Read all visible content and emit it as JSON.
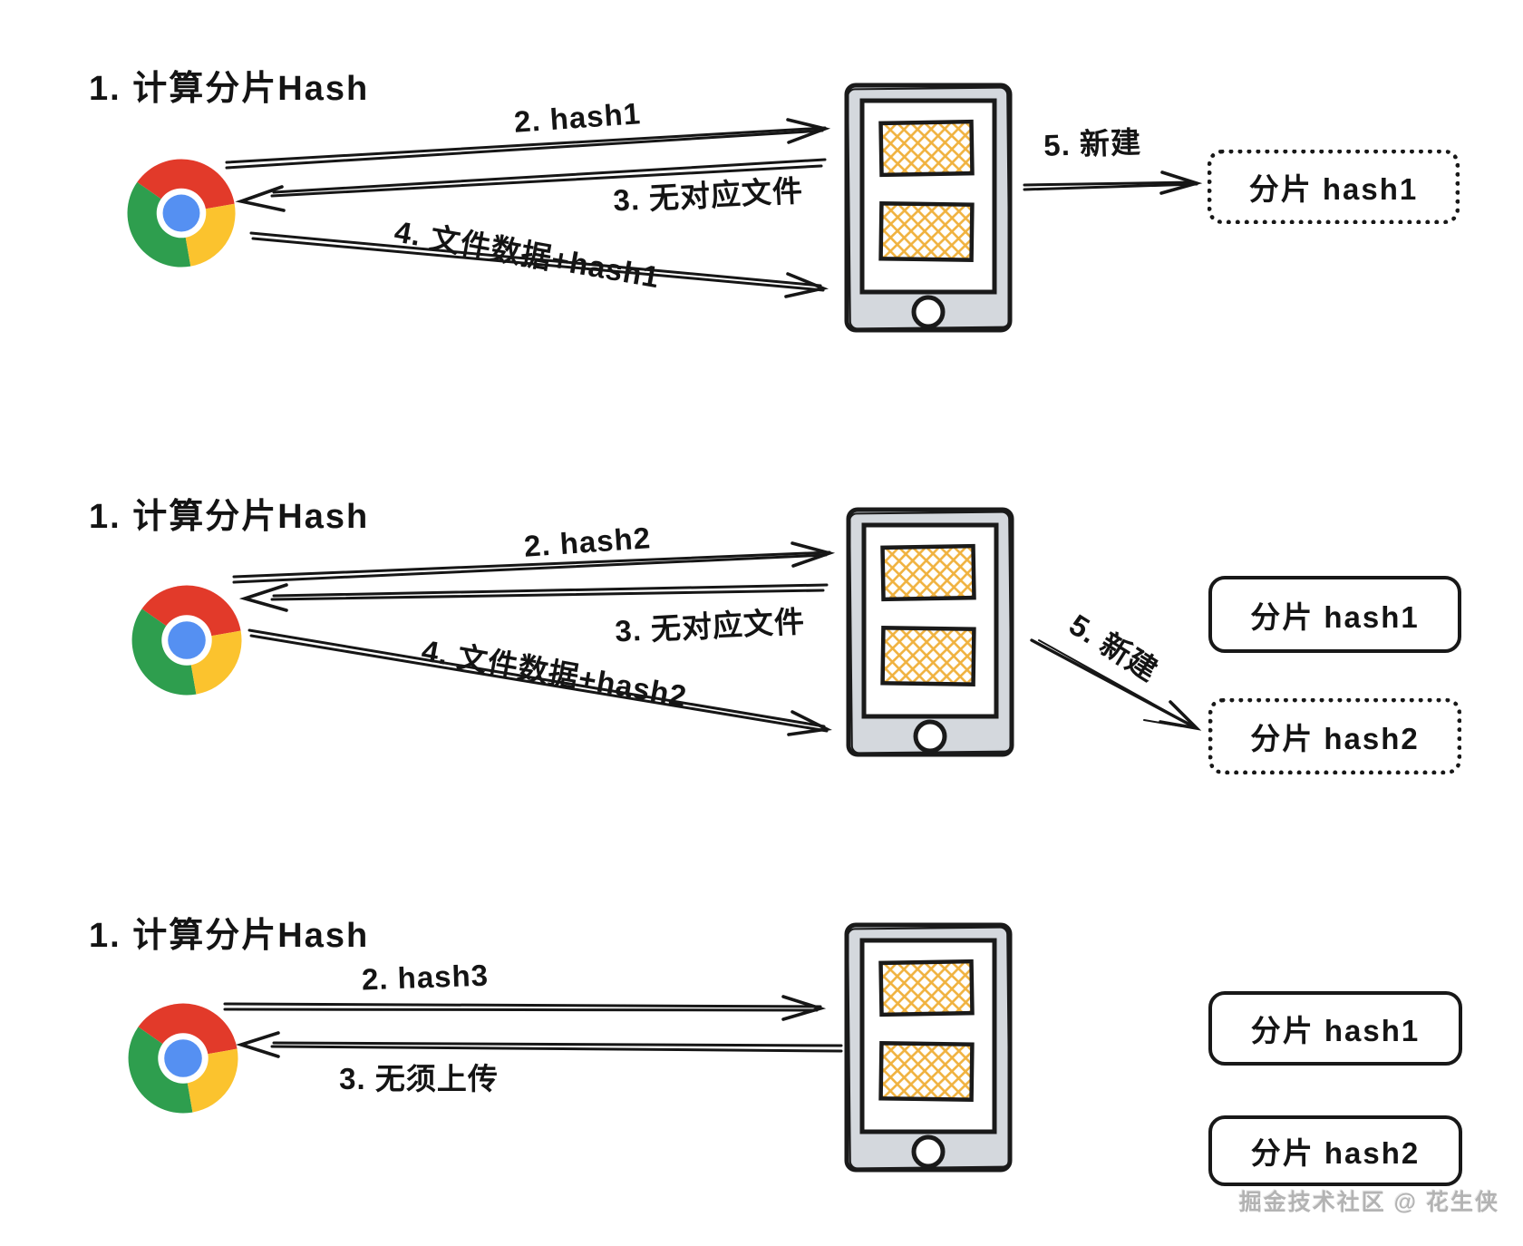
{
  "page": {
    "background": "#ffffff",
    "watermark": "掘金技术社区 @ 花生侠"
  },
  "colors": {
    "ink": "#161616",
    "chrome_red": "#E23A2A",
    "chrome_green": "#2E9E4E",
    "chrome_yellow": "#FBC32E",
    "chrome_blue": "#5590F2",
    "phone_gray": "#D4D8DD",
    "hatch_orange": "#F0B23F"
  },
  "icons": {
    "browser": "chrome-browser-icon",
    "server": "mobile-server-icon"
  },
  "rows": [
    {
      "step1": "1. 计算分片Hash",
      "arrow2": "2. hash1",
      "arrow3": "3. 无对应文件",
      "arrow4": "4. 文件数据+hash1",
      "arrow5": "5. 新建",
      "boxes": [
        {
          "label": "分片 hash1",
          "style": "dotted"
        }
      ]
    },
    {
      "step1": "1. 计算分片Hash",
      "arrow2": "2. hash2",
      "arrow3": "3. 无对应文件",
      "arrow4": "4. 文件数据+hash2",
      "arrow5": "5. 新建",
      "boxes": [
        {
          "label": "分片 hash1",
          "style": "solid"
        },
        {
          "label": "分片 hash2",
          "style": "dotted"
        }
      ]
    },
    {
      "step1": "1. 计算分片Hash",
      "arrow2": "2. hash3",
      "arrow3": "3. 无须上传",
      "boxes": [
        {
          "label": "分片 hash1",
          "style": "solid"
        },
        {
          "label": "分片 hash2",
          "style": "solid"
        }
      ]
    }
  ]
}
